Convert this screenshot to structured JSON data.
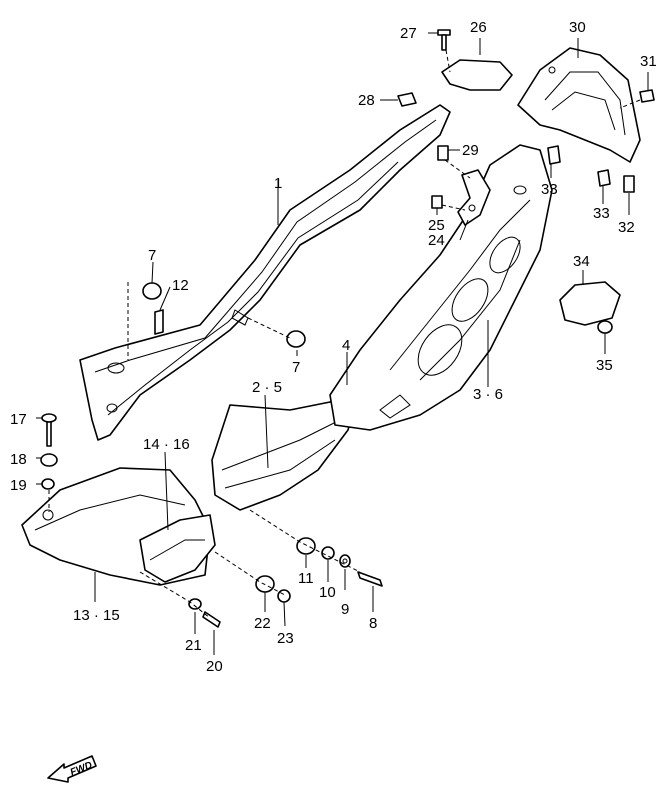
{
  "callouts": {
    "c1": "1",
    "c2_5": "2 · 5",
    "c3_6": "3 · 6",
    "c4": "4",
    "c7a": "7",
    "c7b": "7",
    "c8": "8",
    "c9": "9",
    "c10": "10",
    "c11": "11",
    "c12": "12",
    "c13_15": "13 · 15",
    "c14_16": "14 · 16",
    "c17": "17",
    "c18": "18",
    "c19": "19",
    "c20": "20",
    "c21": "21",
    "c22": "22",
    "c23": "23",
    "c24": "24",
    "c25": "25",
    "c26": "26",
    "c27": "27",
    "c28": "28",
    "c29": "29",
    "c30": "30",
    "c31": "31",
    "c32": "32",
    "c33a": "33",
    "c33b": "33",
    "c34": "34",
    "c35": "35"
  },
  "fwd_label": "FWD"
}
